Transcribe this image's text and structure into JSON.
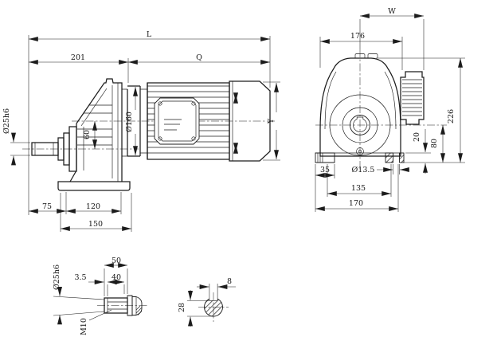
{
  "title": "Helical geared motor dimension drawing",
  "colors": {
    "background": "#ffffff",
    "line": "#1c1c1c"
  },
  "side_view": {
    "dims": {
      "L": "L",
      "len_201": "201",
      "Q": "Q",
      "shaft_dia": "Ø25h6",
      "axis_offset_60": "60",
      "flange_dia": "Ø160",
      "Y": "Y",
      "len_75": "75",
      "len_120": "120",
      "len_150": "150"
    }
  },
  "front_view": {
    "dims": {
      "W": "W",
      "width_176": "176",
      "height_226": "226",
      "foot_thickness_20": "20",
      "center_height_80": "80",
      "foot_35": "35",
      "hole_dia": "Ø13.5",
      "hole_pitch_135": "135",
      "base_width_170": "170"
    }
  },
  "shaft_detail": {
    "dims": {
      "len_50": "50",
      "step_3_5": "3.5",
      "len_40": "40",
      "dia": "Ø25h6",
      "thread": "M10"
    }
  },
  "key_detail": {
    "dims": {
      "key_width_8": "8",
      "depth_28": "28"
    }
  }
}
